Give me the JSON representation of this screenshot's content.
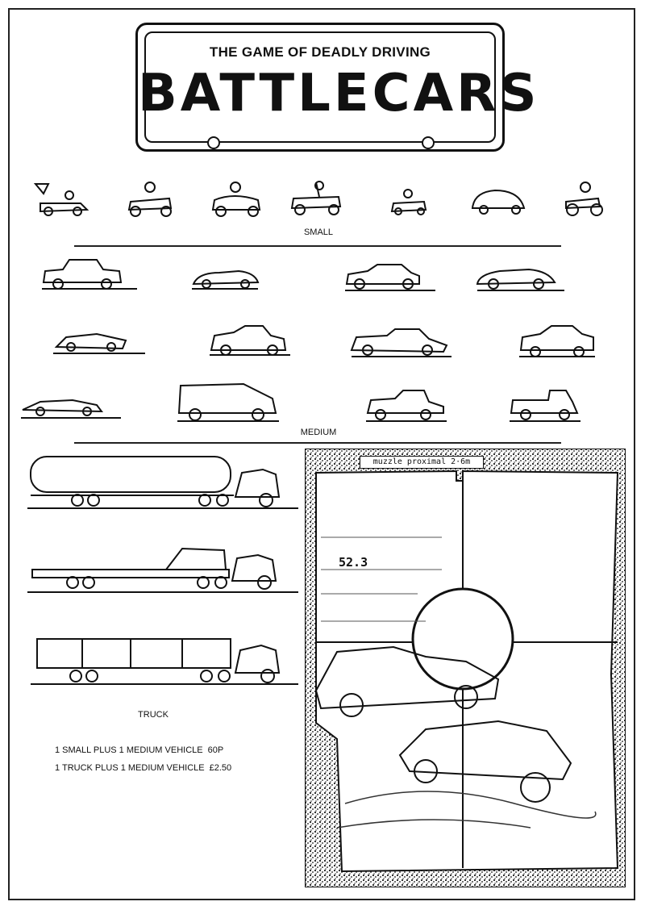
{
  "header": {
    "subtitle": "THE GAME OF DEADLY DRIVING",
    "title": "BATTLECARS"
  },
  "categories": {
    "small": "SMALL",
    "medium": "MEDIUM",
    "truck": "TRUCK"
  },
  "prices": [
    {
      "text": "1 SMALL PLUS 1 MEDIUM VEHICLE",
      "amount": "60P"
    },
    {
      "text": "1 TRUCK PLUS 1 MEDIUM VEHICLE",
      "amount": "£2.50"
    }
  ],
  "hud": {
    "readout": "muzzle proximal  2·6m",
    "speed": "52.3"
  }
}
